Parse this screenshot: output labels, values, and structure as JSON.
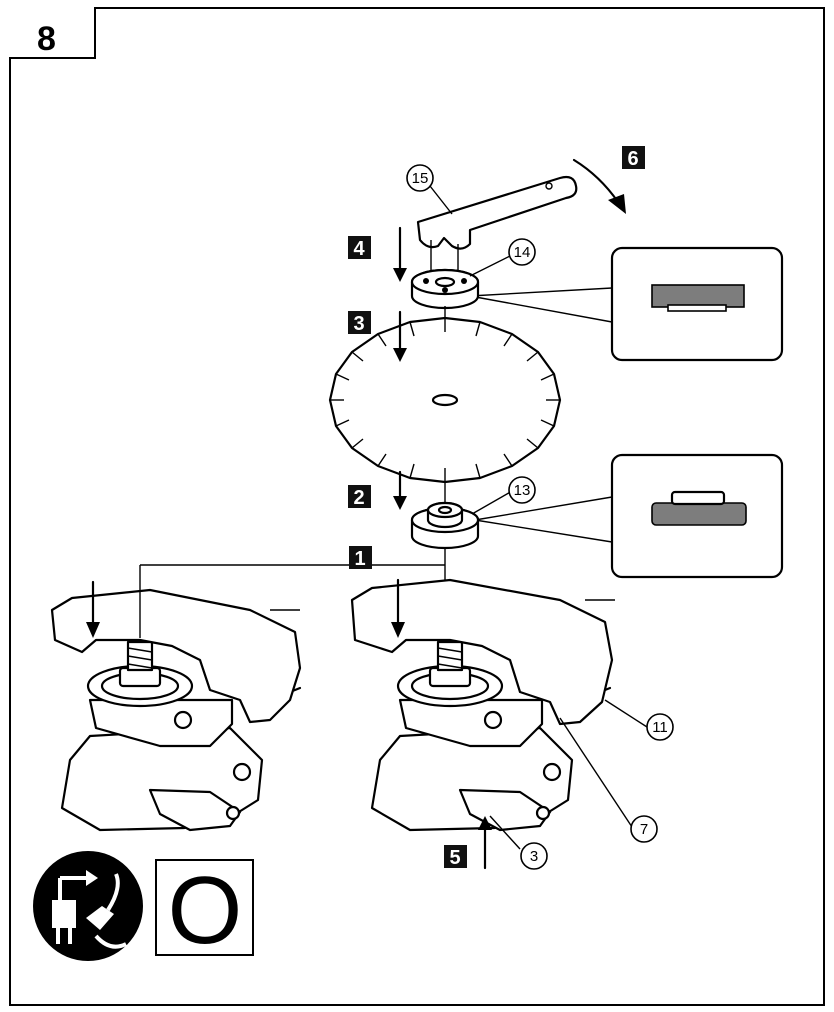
{
  "figure": {
    "number": "8"
  },
  "steps": [
    "1",
    "2",
    "3",
    "4",
    "5",
    "6"
  ],
  "callouts": [
    "15",
    "14",
    "13",
    "11",
    "7",
    "3"
  ],
  "switch_symbol": {
    "label": "O"
  },
  "icons": [
    "unplug-icon",
    "switch-off-icon",
    "down-arrow-icon",
    "curved-arrow-icon",
    "up-arrow-icon"
  ]
}
